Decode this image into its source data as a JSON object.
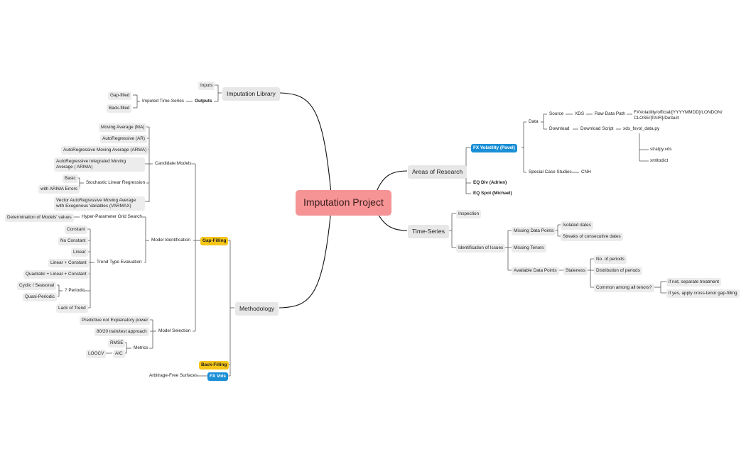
{
  "center": "Imputation Project",
  "main": {
    "library": "Imputation Library",
    "methodology": "Methodology",
    "areas": "Areas of Research",
    "timeseries": "Time-Series"
  },
  "library": {
    "inputs": "Inputs",
    "outputs": "Outputs",
    "imputed": "Imputed Time-Series",
    "gap_filled": "Gap-filled",
    "back_filled": "Back-filled"
  },
  "methodology": {
    "gap_filling": "Gap-Filling",
    "back_filling": "Back-Filling",
    "fx_vols": "FX Vols",
    "arbitrage": "Arbitrage-Free Surfaces",
    "candidate_models": "Candidate Models",
    "ma": "Moving Average (MA)",
    "ar": "AutoRegressive (AR)",
    "arma": "AutoRegressive Moving Average (ARMA)",
    "arima": "AutoRegressive Integrated Moving Average ( ARIMA)",
    "basic": "Basic",
    "arima_errors": "with ARIMA Errors",
    "slr": "Stochastic Linear Regression",
    "varmax": "Vector AutoRegressive Moving Average with Exogenous Variables (VARMAX)",
    "model_identification": "Model Identification",
    "grid_search": "Hyper-Parameter Grid Search",
    "model_values": "Determination of Models' values",
    "trend_eval": "Trend Type Evaluation",
    "constant": "Constant",
    "no_constant": "No Constant",
    "linear": "Linear",
    "linear_constant": "Linear + Constant",
    "quadratic": "Quadratic + Linear + Constant",
    "periodic": "? Periodic",
    "cyclic": "Cyclic / Seasonal",
    "quasi": "Quasi-Periodic",
    "lack_trend": "Lack of Trend",
    "model_selection": "Model Selection",
    "predictive": "Predictive not Explanatory power",
    "train_test": "80/20 train/test approach",
    "metrics": "Metrics",
    "rmse": "RMSE",
    "aic": "AIC",
    "loocv": "LOOCV"
  },
  "areas": {
    "fx_vol": "FX Volatility (Pavel)",
    "eq_div": "EQ Div (Adrien)",
    "eq_spot": "EQ Spot (Michael)",
    "data": "Data",
    "source": "Source",
    "xds": "XDS",
    "raw_path": "Raw Data Path",
    "raw_path_value": "FXVolatility/official/[YYYYMMDD]/LONDON/ CLOSE/[PAIR]/Default",
    "download": "Download",
    "download_script": "Download Script",
    "script_file": "xds_fxvol_data.py",
    "stratpy": "stratpy.xds",
    "xmltodict": "xmltodict",
    "special": "Special Case Studies",
    "cnh": "CNH"
  },
  "timeseries": {
    "inspection": "Inspection",
    "identification": "Identification of Issues",
    "missing_points": "Missing Data Points",
    "isolated": "Isolated dates",
    "streaks": "Streaks of consecutive dates",
    "missing_tenors": "Missing Tenors",
    "available": "Available Data Points",
    "staleness": "Staleness",
    "num_periods": "No. of periods",
    "dist_periods": "Distribution of periods",
    "common": "Common among all tenors?",
    "if_not": "if not, separate treatment",
    "if_yes": "if yes, apply cross-tenor gap-filling"
  }
}
